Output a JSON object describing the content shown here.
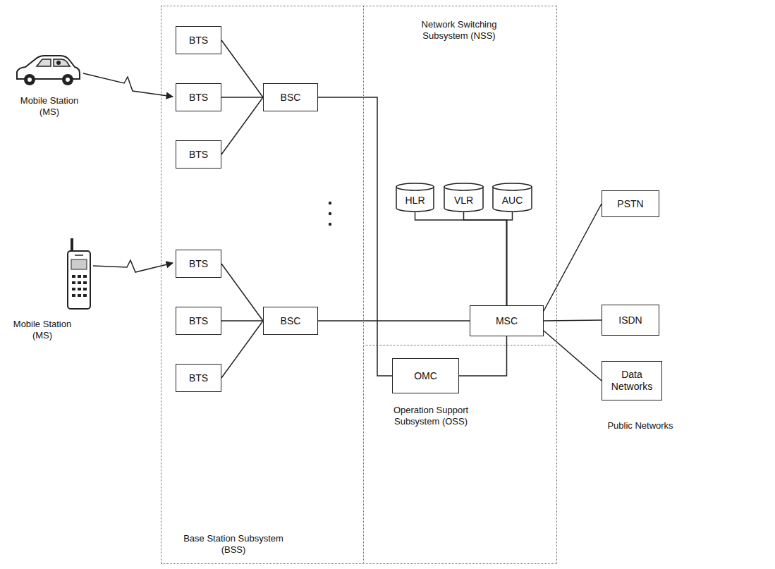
{
  "diagram": {
    "nodes": [
      {
        "text": [
          "Base Station Subsystem (BSS)"
        ]
      },
      {
        "text": [
          "BTS"
        ],
        "in": 0
      },
      {
        "text": [
          "BTS"
        ],
        "in": 0
      },
      {
        "text": [
          "BTS"
        ],
        "in": 0
      },
      {
        "text": [
          "BSC"
        ],
        "in": 0
      },
      {
        "text": [
          "BTS"
        ],
        "in": 0
      },
      {
        "text": [
          "BTS"
        ],
        "in": 0
      },
      {
        "text": [
          "BTS"
        ],
        "in": 0
      },
      {
        "text": [
          "BSC"
        ],
        "in": 0
      },
      {
        "text": [
          "Network Switching Subsystem (NSS)"
        ]
      },
      {
        "text": [
          "HLR"
        ],
        "in": 9
      },
      {
        "text": [
          "VLR"
        ],
        "in": 9
      },
      {
        "text": [
          "AUC"
        ],
        "in": 9
      },
      {
        "text": [
          "MSC"
        ],
        "in": 9
      },
      {
        "text": [
          "Operation Support Subsystem (OSS)"
        ]
      },
      {
        "text": [
          "OMC"
        ],
        "in": 14
      },
      {
        "text": [
          "PSTN"
        ]
      },
      {
        "text": [
          "ISDN"
        ]
      },
      {
        "text": [
          "Data Networks"
        ]
      }
    ],
    "edges": [
      {
        "from": 1,
        "to": 4,
        "arrow": "none"
      },
      {
        "from": 2,
        "to": 4,
        "arrow": "none"
      },
      {
        "from": 3,
        "to": 4,
        "arrow": "none"
      },
      {
        "from": 5,
        "to": 8,
        "arrow": "none"
      },
      {
        "from": 6,
        "to": 8,
        "arrow": "none"
      },
      {
        "from": 7,
        "to": 8,
        "arrow": "none"
      },
      {
        "from": 4,
        "to": 15,
        "arrow": "none"
      },
      {
        "from": 8,
        "to": 13,
        "arrow": "none"
      },
      {
        "from": 10,
        "to": 13,
        "arrow": "none"
      },
      {
        "from": 11,
        "to": 13,
        "arrow": "none"
      },
      {
        "from": 12,
        "to": 13,
        "arrow": "none"
      },
      {
        "from": 13,
        "to": 15,
        "arrow": "none"
      },
      {
        "from": 13,
        "to": 16,
        "arrow": "none"
      },
      {
        "from": 13,
        "to": 17,
        "arrow": "none"
      },
      {
        "from": 13,
        "to": 18,
        "arrow": "none"
      }
    ],
    "labels": [
      "Mobile Station (MS)",
      "Mobile Station (MS)",
      "Public Networks"
    ]
  }
}
